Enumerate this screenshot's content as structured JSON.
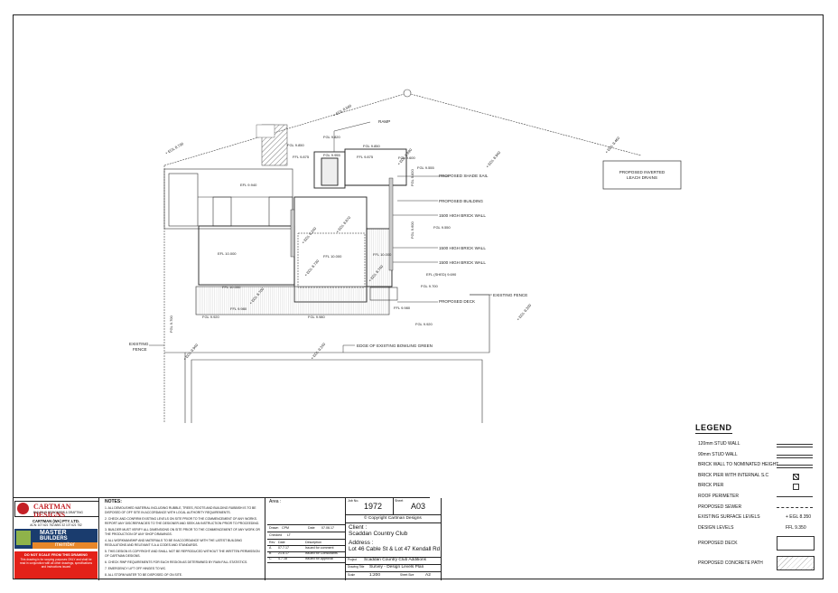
{
  "plan": {
    "levels": {
      "egl_8560": "+ EGL 8.560",
      "egl_8730": "+ EGL 8.730",
      "egl_9460": "+ EGL 9.460",
      "egl_8940": "+ EGL 8.940",
      "egl_8890": "+ EGL 8.890",
      "egl_9240_left": "+ EGL 9.240",
      "egl_8670": "+ EGL 8.670",
      "egl_8730b": "+ EGL 8.730",
      "egl_8740": "+ EGL 8.740",
      "egl_8700": "+ EGL 8.700",
      "egl_9200": "+ EGL 9.200",
      "egl_9940": "+ EGL 9.940",
      "egl_9240_bottom": "+ EGL 9.240",
      "fgl_9820": "FGL 9.820",
      "fgl_9850a": "FGL 9.850",
      "fgl_9850b": "FGL 9.850",
      "fgl_9955": "FGL 9.955",
      "ffl_9875a": "FFL 9.875",
      "ffl_9875b": "FFL 9.875",
      "fgl_9600": "FGL 9.600",
      "fgl_9555": "FGL 9.555",
      "fgl_9820b": "FGL 9.820",
      "efl_9940": "EFL 9.940",
      "fgl_9550": "FGL 9.550",
      "fgl_9600b": "FGL 9.600",
      "efl_10000": "EFL 10.000",
      "ffl_10000a": "FFL 10.000",
      "ffl_10000b": "FFL 10.000",
      "ffl_10000c": "FFL 10.000",
      "efl_shed": "EFL (SHED) 9.690",
      "fgl_9700": "FGL 9.700",
      "ffl_9980a": "FFL 9.980",
      "ffl_9980b": "FFL 9.980",
      "fgl_9920a": "FGL 9.920",
      "fgl_9980": "FGL 9.980",
      "fgl_9920b": "FGL 9.920",
      "fgl_9700v": "FGL 9.700"
    },
    "callouts": {
      "ramp": "RAMP",
      "shade_sail": "PROPOSED SHADE SAIL",
      "building": "PROPOSED BUILDING",
      "wall1": "1500 HIGH BRICK WALL",
      "wall2": "1500 HIGH BRICK WALL",
      "wall3": "1500 HIGH BRICK WALL",
      "deck": "PROPOSED DECK",
      "existing_fence_right": "EXISTING FENCE",
      "existing_fence_left_1": "EXISTING",
      "existing_fence_left_2": "FENCE",
      "bowling_green": "EDGE OF EXISTING BOWLING GREEN",
      "leach_1": "PROPOSED INVERTED",
      "leach_2": "LEACH DRAINS"
    }
  },
  "legend": {
    "title": "LEGEND",
    "items": [
      {
        "label": "120mm STUD WALL",
        "symbol": "double-line"
      },
      {
        "label": "90mm STUD WALL",
        "symbol": "double-line"
      },
      {
        "label": "BRICK WALL TO NOMINATED HEIGHT",
        "symbol": "double-line"
      },
      {
        "label": "BRICK PIER WITH INTERNAL S.C",
        "symbol": "pier-x"
      },
      {
        "label": "BRICK PIER",
        "symbol": "pier"
      },
      {
        "label": "ROOF PERIMETER",
        "symbol": "line"
      },
      {
        "label": "PROPOSED SEWER",
        "symbol": "dash-dot"
      },
      {
        "label": "EXISTING SURFACE LEVELS",
        "symbol": "text",
        "text": "+ EGL 8.350"
      },
      {
        "label": "DESIGN LEVELS",
        "symbol": "text",
        "text": "FFL 9.350"
      },
      {
        "label": "PROPOSED DECK",
        "symbol": "box"
      },
      {
        "label": "PROPOSED CONCRETE PATH",
        "symbol": "box-hatch"
      }
    ]
  },
  "title_block": {
    "company": "CARTMAN DESIGNS",
    "company_tag": "BUILDING DESIGNERS & DRAFTING",
    "company_line2": "CARTMAN (WA) PTY. LTD.",
    "company_line3": "ACN: 107 621 752  ABN: 32 107 621 752",
    "member_badge_1": "MASTER",
    "member_badge_2": "BUILDERS",
    "member_badge_3": "member",
    "disclaimer_title": "DO NOT SCALE FROM THIS DRAWING",
    "disclaimer_body": "This drawing is for scoping purposes ONLY and shall be read in conjunction with all other drawings, specifications and instructions issued",
    "notes_title": "NOTES:",
    "notes": [
      "1. ALL DEMOLISHED MATERIAL INCLUDING RUBBLE, TREES, ROOTS AND BUILDING RUBBISH IS TO BE DISPOSED OF OFF SITE IN ACCORDANCE WITH LOCAL AUTHORITY REQUIREMENTS.",
      "2. CHECK AND CONFIRM EXISTING LEVELS ON SITE PRIOR TO THE COMMENCEMENT OF ANY WORKS. REPORT ANY DISCREPANCIES TO THE DESIGNER AND SEEK AN INSTRUCTION PRIOR TO PROCEEDING.",
      "3. BUILDER MUST VERIFY ALL DIMENSIONS ON SITE PRIOR TO THE COMMENCEMENT OF ANY WORK OR THE PRODUCTION OF ANY SHOP DRAWINGS.",
      "4. ALL WORKMANSHIP AND MATERIALS TO BE IN ACCORDANCE WITH THE LATEST BUILDING REGULATIONS AND RELEVANT S.A.A CODES AND STANDARDS.",
      "5. THIS DESIGN IS COPYRIGHT AND SHALL NOT BE REPRODUCED WITHOUT THE WRITTEN PERMISSION OF CARTMAN DESIGNS.",
      "6. CHECK RWP REQUIREMENTS FOR EACH REGION AS DETERMINED BY RAIN FALL STATISTICS.",
      "7. EMERGENCY LIFT OFF HINGES TO WC.",
      "8. ALL STORM WATER TO BE DISPOSED OF ON SITE."
    ],
    "area_label": "Area :",
    "drawn_label": "Drawn",
    "drawn_value": "CPM",
    "date_label": "Date",
    "date_value": "07.06.17",
    "checked_label": "Checked",
    "checked_value": "LT",
    "rev_headers": [
      "Rev",
      "Date",
      "Description"
    ],
    "revisions": [
      {
        "rev": "A",
        "date": "07.7.17",
        "desc": "Issued for comment"
      },
      {
        "rev": "B",
        "date": "21.6.17",
        "desc": "Issued for Consultants"
      },
      {
        "rev": "C",
        "date": "4.7.18",
        "desc": "Issued for Approval"
      }
    ],
    "job_label": "Job No.",
    "job_no": "1972",
    "sheet_label": "Sheet",
    "sheet_no": "A03",
    "copyright": "© Copyright Cartman Designs",
    "client_label": "Client :",
    "client": "Scaddan Country Club",
    "address_label": "Address :",
    "address": "Lot 46 Cable St & Lot 47 Kendall Rd",
    "project_label": "Project",
    "project": "Scaddan Country Club Additions",
    "drawing_title_label": "Drawing Title",
    "drawing_title": "Survey - Design Levels Plan",
    "scale_label": "Scale",
    "scale": "1:200",
    "sheet_size_label": "Sheet Size",
    "sheet_size": "A2"
  }
}
